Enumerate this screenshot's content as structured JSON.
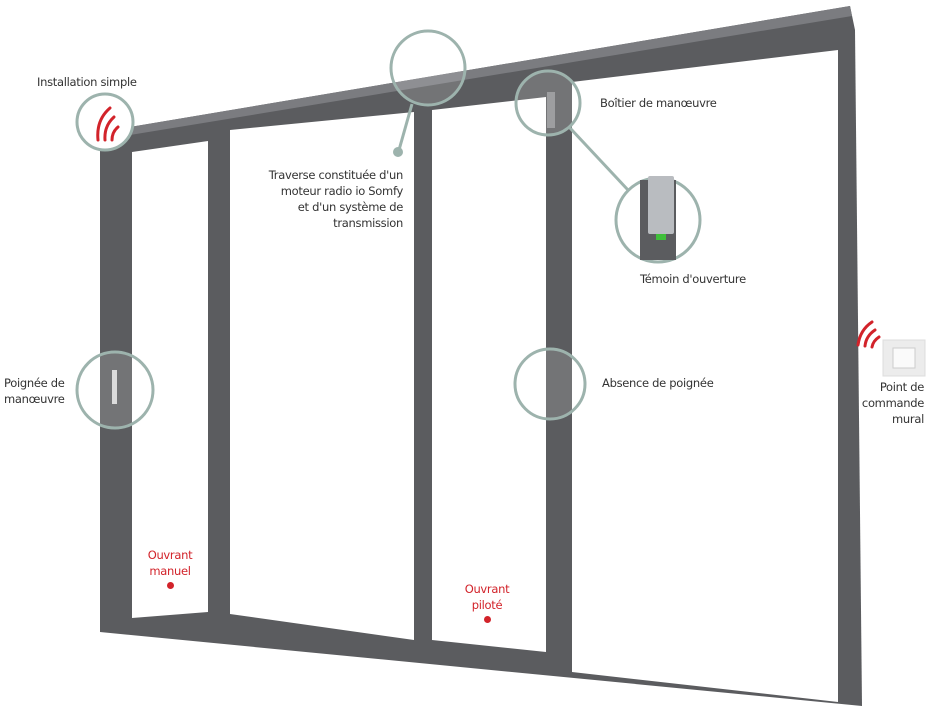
{
  "labels": {
    "installation": "Installation simple",
    "traverse": [
      "Traverse constituée d'un",
      "moteur radio io Somfy",
      "et d'un système de",
      "transmission"
    ],
    "boitier": "Boîtier de manœuvre",
    "temoin": "Témoin d'ouverture",
    "absence": "Absence de poignée",
    "point": [
      "Point de",
      "commande",
      "mural"
    ],
    "poignee": [
      "Poignée de",
      "manœuvre"
    ],
    "ouvrant_manuel": [
      "Ouvrant",
      "manuel"
    ],
    "ouvrant_pilote": [
      "Ouvrant",
      "piloté"
    ]
  },
  "colors": {
    "frame": "#5b5c5f",
    "accent": "#d2232a",
    "callout": "#9db3ad"
  }
}
